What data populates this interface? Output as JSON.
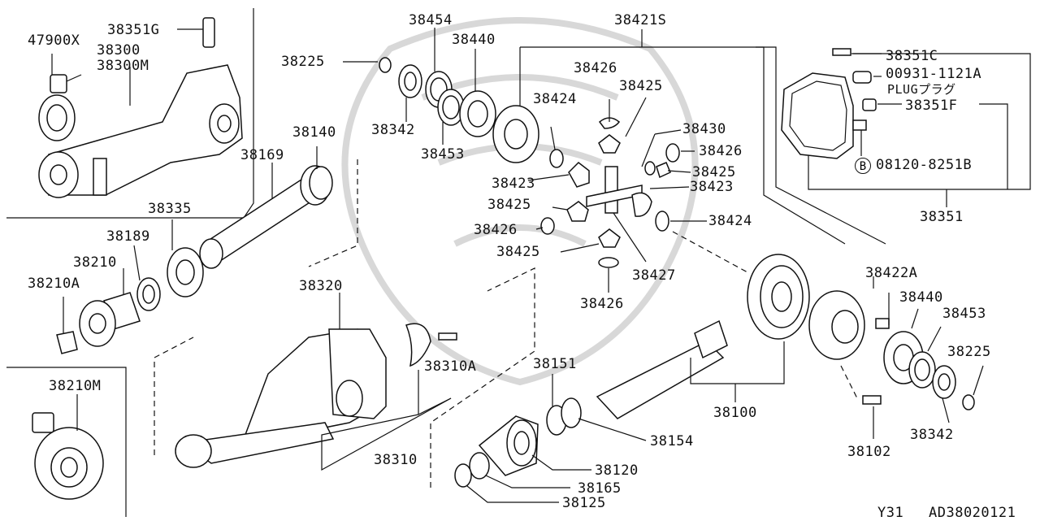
{
  "labels": {
    "p47900X": "47900X",
    "p38351G": "38351G",
    "p38300": "38300",
    "p38300M": "38300M",
    "p38225a": "38225",
    "p38454": "38454",
    "p38440a": "38440",
    "p38421S": "38421S",
    "p38426a": "38426",
    "p38425a": "38425",
    "p38342a": "38342",
    "p38453a": "38453",
    "p38424a": "38424",
    "p38430": "38430",
    "p38426b": "38426",
    "p38425b": "38425",
    "p38423a": "38423",
    "p38423b": "38423",
    "p38425c": "38425",
    "p38424b": "38424",
    "p38426c": "38426",
    "p38425d": "38425",
    "p38427": "38427",
    "p38426d": "38426",
    "p38140": "38140",
    "p38169": "38169",
    "p38335": "38335",
    "p38189": "38189",
    "p38210": "38210",
    "p38210A": "38210A",
    "p38320": "38320",
    "p38310A": "38310A",
    "p38151": "38151",
    "p38154": "38154",
    "p38120": "38120",
    "p38165": "38165",
    "p38125": "38125",
    "p38310": "38310",
    "p38100": "38100",
    "p38102": "38102",
    "p38342b": "38342",
    "p38225b": "38225",
    "p38453b": "38453",
    "p38440b": "38440",
    "p38422A": "38422A",
    "p38351": "38351",
    "p38351C": "38351C",
    "p00931": "00931-1121A",
    "plug": "PLUGプラグ",
    "p38351F": "38351F",
    "p08120": "08120-8251B",
    "badgeB": "B",
    "p38210M": "38210M",
    "footer_left": "Y31",
    "footer_right": "AD38020121"
  }
}
